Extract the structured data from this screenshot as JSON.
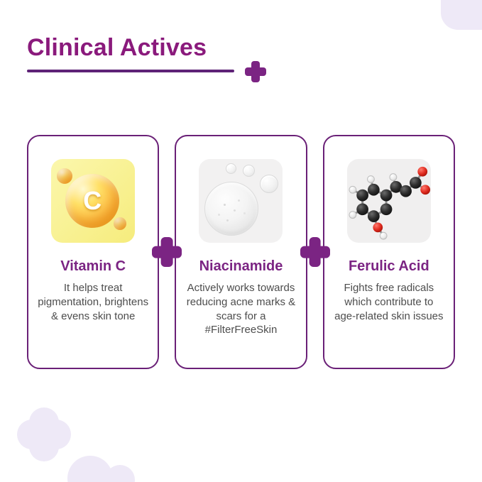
{
  "header": {
    "title": "Clinical Actives"
  },
  "cards": [
    {
      "id": "vitamin-c",
      "title": "Vitamin C",
      "icon": "vitamin-c-ball-icon",
      "icon_letter": "C",
      "description": "It helps treat pigmentation, brightens & evens skin tone"
    },
    {
      "id": "niacinamide",
      "title": "Niacinamide",
      "icon": "serum-droplet-icon",
      "description": "Actively works towards reducing acne marks & scars for a #FilterFreeSkin"
    },
    {
      "id": "ferulic-acid",
      "title": "Ferulic Acid",
      "icon": "molecule-icon",
      "description": "Fights free radicals which contribute to age-related skin issues"
    }
  ],
  "separators": {
    "between_title": "plus-icon",
    "between_cards": "plus-icon"
  },
  "colors": {
    "accent": "#8A1A7C",
    "rule": "#5E2277",
    "plus": "#7B2483",
    "border": "#6A2077",
    "card_title": "#7B2483",
    "text": "#4D4D4D",
    "decor": "#EEE9F7"
  }
}
